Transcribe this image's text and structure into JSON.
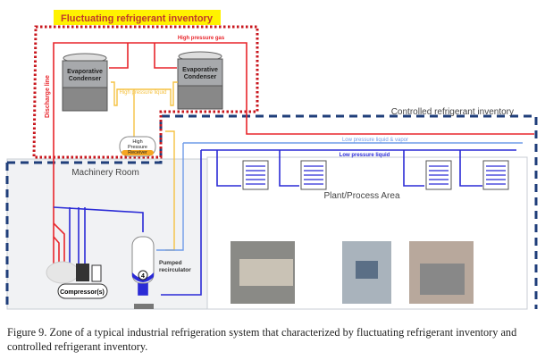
{
  "diagram": {
    "zone_fluctuating": "Fluctuating refrigerant inventory",
    "zone_controlled": "Controlled refrigerant inventory",
    "high_pressure_gas": "High pressure gas",
    "high_pressure_liquid": "High pressure liquid",
    "discharge_line": "Discharge line",
    "condenser_1": [
      "Evaporative",
      "Condenser"
    ],
    "condenser_2": [
      "Evaporative",
      "Condenser"
    ],
    "receiver": [
      "High",
      "Pressure",
      "Receiver"
    ],
    "low_pressure_liquid_vapor": "Low pressure liquid & vapor",
    "low_pressure_liquid": "Low pressure liquid",
    "machinery_room": "Machinery Room",
    "plant_area": "Plant/Process Area",
    "pumped_recirculator": [
      "Pumped",
      "recirculator"
    ],
    "compressors": "Compressor(s)",
    "pump_number": "4",
    "colors": {
      "high_pressure": "#e8252b",
      "liquid": "#f5c242",
      "low_liquid": "#2b2bd6",
      "low_vapor": "#6f9be8",
      "zone_dashed": "#1f3e7a",
      "label_bg": "#fff200"
    }
  },
  "caption": {
    "text": "Figure 9. Zone of a typical industrial refrigeration system that characterized by fluctuating refrigerant inventory and controlled refrigerant inventory."
  }
}
